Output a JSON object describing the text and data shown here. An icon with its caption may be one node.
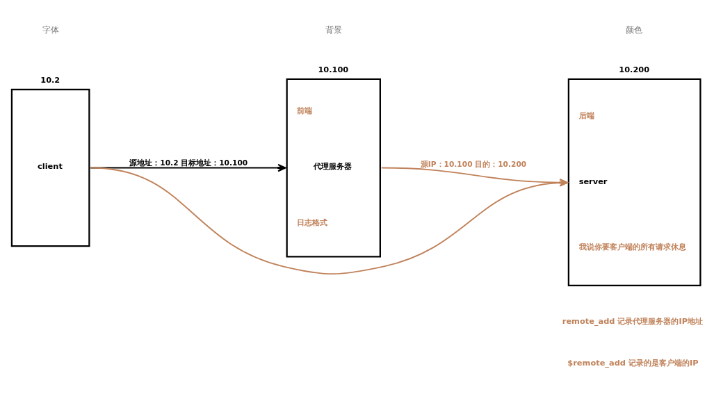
{
  "diagram": {
    "nodes": [
      {
        "text": [
          "10.2",
          "client"
        ]
      },
      {
        "text": [
          "10.100",
          "前端",
          "代理服务器",
          "日志格式"
        ]
      },
      {
        "text": [
          "10.200",
          "后端",
          "server",
          "我说你要客户端的所有请求休息"
        ]
      }
    ],
    "edges": [
      {
        "from": 0,
        "to": 2,
        "arrow": "to"
      },
      {
        "from": 0,
        "to": 1,
        "arrow": "to",
        "label": "源地址：10.2 目标地址：10.100",
        "color": "#000000"
      },
      {
        "from": 1,
        "to": 2,
        "arrow": "to",
        "label": "源IP：10.100 目的：10.200"
      }
    ],
    "labels": [
      "字体",
      "背景",
      "颜色",
      "remote_add 记录代理服务器的IP地址",
      "$remote_add 记录的是客户端的IP"
    ]
  }
}
